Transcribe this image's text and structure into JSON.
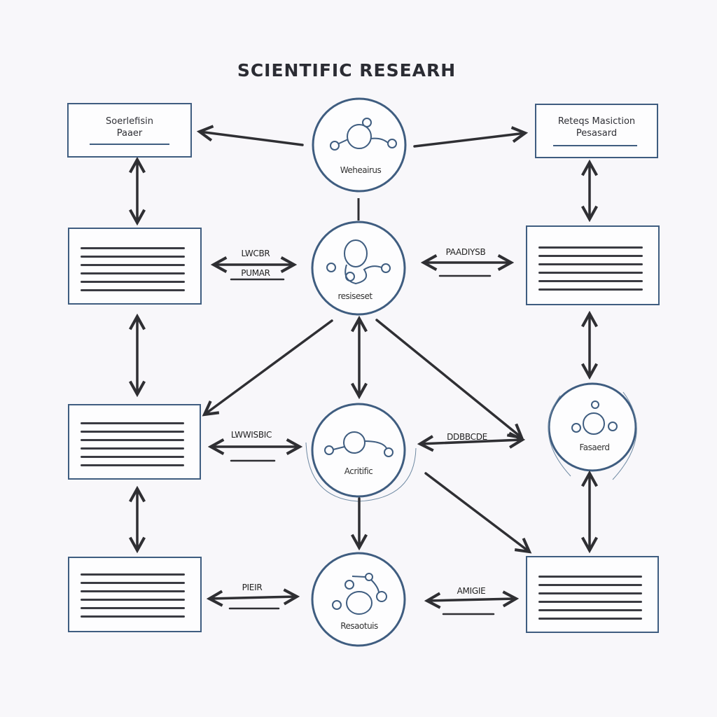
{
  "title": "SCIENTIFIC RESEARH",
  "colors": {
    "background": "#f8f7fa",
    "node_stroke": "#3f5d80",
    "arrow": "#2f2f33",
    "text": "#2b2c33"
  },
  "boxes": {
    "top_left": {
      "line1": "Soerlefisin",
      "line2": "Paaer"
    },
    "top_right": {
      "line1": "Reteqs Masiction",
      "line2": "Pesasard"
    }
  },
  "nodes": {
    "top": {
      "label": "Weheairus",
      "icon": "molecule-icon"
    },
    "upper_middle": {
      "label": "resiseset",
      "icon": "person-molecule-icon"
    },
    "center": {
      "label": "Acritific",
      "icon": "molecule-icon"
    },
    "right": {
      "label": "Fasaerd",
      "icon": "molecule-icon"
    },
    "bottom": {
      "label": "Resaotuis",
      "icon": "molecule-icon"
    }
  },
  "edge_labels": {
    "row2_left_top": "LWCBR",
    "row2_left_bottom": "PUMAR",
    "row2_right": "PAADIYSB",
    "row3_left": "LWWISBIC",
    "row3_right": "DDBBCDE",
    "row4_left": "PIEIR",
    "row4_right": "AMIGIE"
  }
}
